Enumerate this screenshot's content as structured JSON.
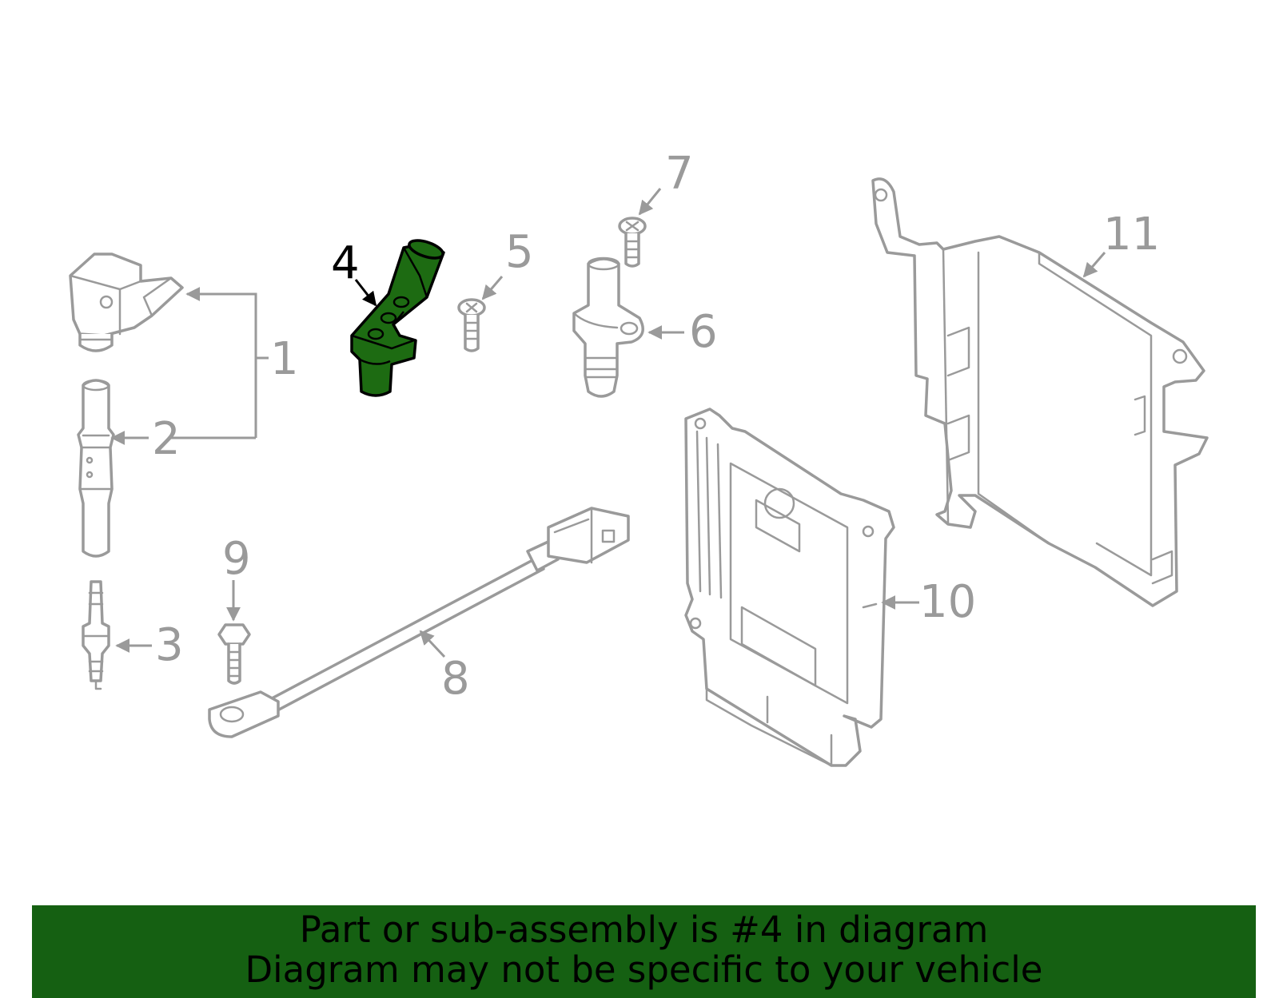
{
  "diagram": {
    "callouts": [
      "1",
      "2",
      "3",
      "4",
      "5",
      "6",
      "7",
      "8",
      "9",
      "10",
      "11"
    ],
    "highlighted_callout": "4",
    "highlight_color": "#1d6b12",
    "line_color": "#9a9a9a"
  },
  "banner": {
    "line1": "Part or sub-assembly is #4 in diagram",
    "line2": "Diagram may not be specific to your vehicle",
    "background": "#156012"
  }
}
